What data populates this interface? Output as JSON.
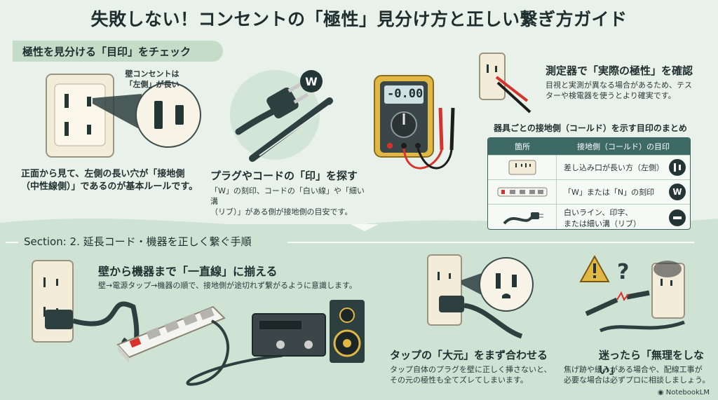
{
  "title": "失敗しない！コンセントの「極性」見分け方と正しい繋ぎ方ガイド",
  "section1": {
    "banner": "極性を見分ける「目印」をチェック",
    "outlet": {
      "callout": [
        "壁コンセントは",
        "「左側」が長い"
      ],
      "desc": [
        "正面から見て、左側の長い穴が「接地側",
        "（中性線側）」であるのが基本ルールです。"
      ]
    },
    "plug": {
      "heading": "プラグやコードの「印」を探す",
      "badge": "W",
      "desc": [
        "「W」の刻印、コードの「白い線」や「細い溝",
        "（リブ）」がある側が接地側の目安です。"
      ]
    },
    "meter": {
      "display": "-0.00",
      "heading": "測定器で「実際の極性」を確認",
      "desc": [
        "目視と実測が異なる場合があるため、テス",
        "ターや検電器を使うとより確実です。"
      ]
    },
    "summary": {
      "heading": "器具ごとの接地側（コールド）を示す目印のまとめ",
      "col_headers": [
        "箇所",
        "接地側（コールド）の目印"
      ],
      "rows": [
        {
          "mark": "差し込み口が長い方（左側）",
          "icon": "long-slot-icon"
        },
        {
          "mark": "「W」または「N」の刻印",
          "icon": "w-mark-icon",
          "badge": "W"
        },
        {
          "mark": [
            "白いライン、印字、",
            "または細い溝（リブ）"
          ],
          "icon": "stripe-icon"
        }
      ]
    }
  },
  "section2": {
    "label": "Section: 2. 延長コード・機器を正しく繋ぐ手順",
    "step1": {
      "heading": "壁から機器まで「一直線」に揃える",
      "desc": "壁→電源タップ→機器の順で、接地側が途切れず繋がるように意識します。"
    },
    "step2": {
      "heading": "タップの「大元」をまず合わせる",
      "desc": [
        "タップ自体のプラグを壁に正しく挿さないと、",
        "その元の極性も全てズレてしまいます。"
      ]
    },
    "step3": {
      "heading": "迷ったら「無理をしない」",
      "desc": [
        "焦げ跡や緩みがある場合や、配線工事が",
        "必要な場合は必ずプロに相談しましょう。"
      ]
    }
  },
  "footer": {
    "brand": "NotebookLM"
  },
  "colors": {
    "dark": "#243536",
    "teal": "#3e6a66",
    "accent_red": "#d8322c",
    "meter_yellow": "#e1b845",
    "bg": "#e4efe6"
  }
}
